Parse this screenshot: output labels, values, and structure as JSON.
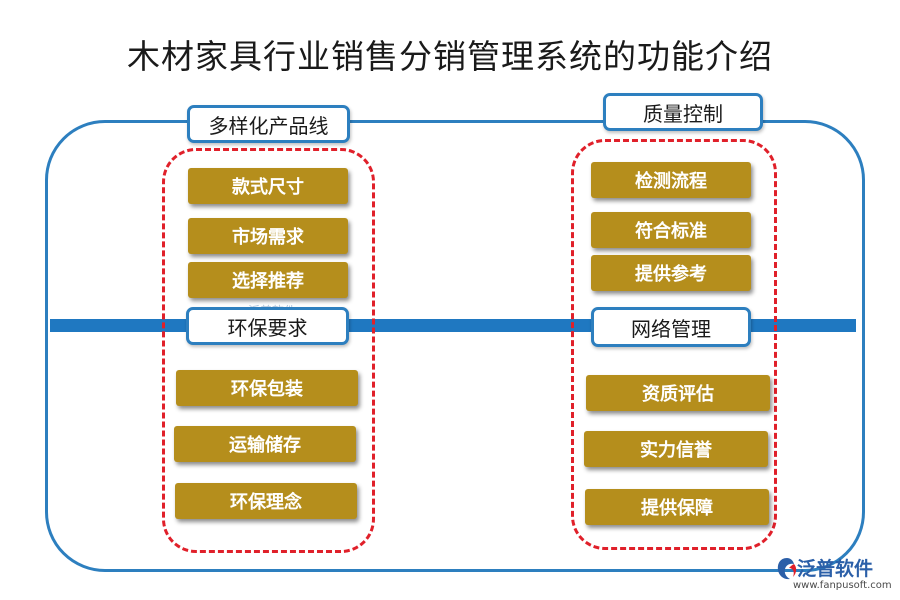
{
  "title": "木材家具行业销售分销管理系统的功能介绍",
  "left": {
    "top_header": "多样化产品线",
    "top_items": [
      "款式尺寸",
      "市场需求",
      "选择推荐"
    ],
    "mid_header": "环保要求",
    "bottom_items": [
      "环保包装",
      "运输储存",
      "环保理念"
    ]
  },
  "right": {
    "top_header": "质量控制",
    "top_items": [
      "检测流程",
      "符合标准",
      "提供参考"
    ],
    "mid_header": "网络管理",
    "bottom_items": [
      "资质评估",
      "实力信誉",
      "提供保障"
    ]
  },
  "watermark": "泛普软件",
  "logo": {
    "name": "泛普软件",
    "url": "www.fanpusoft.com",
    "icon": "fanpu-logo-icon"
  },
  "colors": {
    "frame": "#2d7fbf",
    "bar": "#1f78c1",
    "dashed": "#e0202a",
    "box": "#b58e1c"
  }
}
